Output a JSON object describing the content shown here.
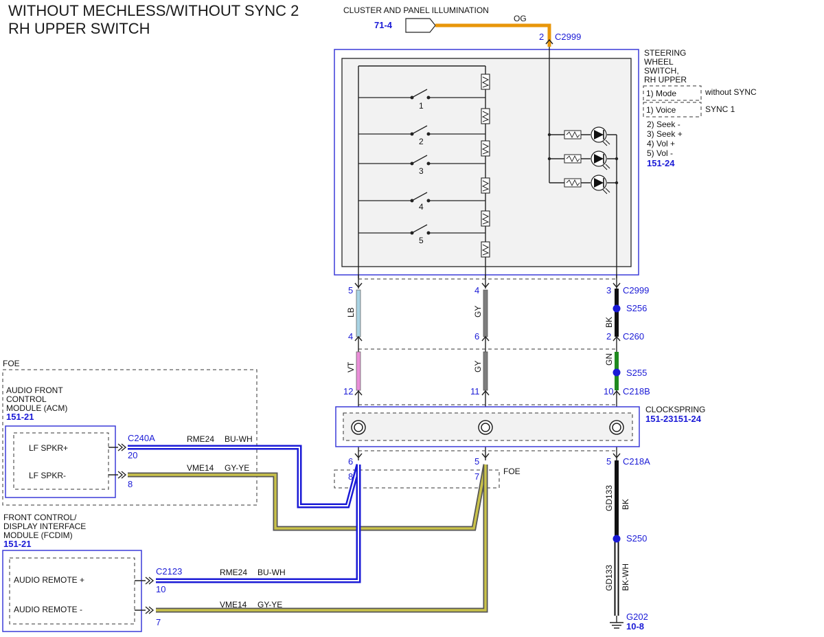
{
  "title": {
    "line1": "WITHOUT MECHLESS/WITHOUT SYNC 2",
    "line2": "RH UPPER SWITCH"
  },
  "illumination": {
    "label": "CLUSTER AND PANEL ILLUMINATION",
    "ref": "71-4",
    "wire_color": "OG",
    "pin": "2",
    "connector": "C2999"
  },
  "steering_switch": {
    "name_lines": [
      "STEERING",
      "WHEEL",
      "SWITCH,",
      "RH UPPER"
    ],
    "variants": [
      {
        "item": "1) Mode",
        "note": "without SYNC"
      },
      {
        "item": "1) Voice",
        "note": "SYNC 1"
      }
    ],
    "functions": [
      "2) Seek -",
      "3) Seek +",
      "4) Vol +",
      "5) Vol -"
    ],
    "ref": "151-24",
    "switch_numbers": [
      "1",
      "2",
      "3",
      "4",
      "5"
    ]
  },
  "columns": {
    "left": {
      "pin_top": "5",
      "color_top": "LB",
      "pin_mid": "4",
      "color_mid": "VT",
      "pin_low": "12",
      "pin_clk_out": "6",
      "pin_foe": "8"
    },
    "middle": {
      "pin_top": "4",
      "color_top": "GY",
      "pin_mid": "6",
      "color_mid": "GY",
      "pin_low": "11",
      "pin_clk_out": "5",
      "pin_foe": "7"
    },
    "right": {
      "pin_top": "3",
      "connector_top": "C2999",
      "splice1": "S256",
      "color_top": "BK",
      "pin_mid": "2",
      "connector_mid": "C260",
      "color_mid": "GN",
      "splice2": "S255",
      "pin_low": "10",
      "connector_low": "C218B",
      "pin_clk_out": "5",
      "connector_clk_out": "C218A",
      "circuit1": "GD133",
      "color_low1": "BK",
      "splice3": "S250",
      "circuit2": "GD133",
      "color_low2": "BK-WH",
      "ground": "G202",
      "ground_ref": "10-8"
    }
  },
  "clockspring": {
    "name": "CLOCKSPRING",
    "ref": "151-23151-24"
  },
  "foe_labels": {
    "top_box": "FOE",
    "mid": "FOE"
  },
  "acm": {
    "name_lines": [
      "AUDIO FRONT",
      "CONTROL",
      "MODULE (ACM)"
    ],
    "ref": "151-21",
    "pins": [
      {
        "label": "LF SPKR+",
        "pin": "20"
      },
      {
        "label": "LF SPKR-",
        "pin": "8"
      }
    ],
    "connector": "C240A",
    "wires": [
      {
        "circuit": "RME24",
        "color": "BU-WH"
      },
      {
        "circuit": "VME14",
        "color": "GY-YE"
      }
    ]
  },
  "fcdim": {
    "name_lines": [
      "FRONT CONTROL/",
      "DISPLAY INTERFACE",
      "MODULE (FCDIM)"
    ],
    "ref": "151-21",
    "pins": [
      {
        "label": "AUDIO REMOTE +",
        "pin": "10"
      },
      {
        "label": "AUDIO REMOTE -",
        "pin": "7"
      }
    ],
    "connector": "C2123",
    "wires": [
      {
        "circuit": "RME24",
        "color": "BU-WH"
      },
      {
        "circuit": "VME14",
        "color": "GY-YE"
      }
    ]
  },
  "colors": {
    "og": "#e8960a",
    "lb": "#a9d3e3",
    "vt": "#e98fd8",
    "gy": "#7d7d7d",
    "bk": "#111111",
    "gn": "#1f8a1f",
    "bu": "#1a1ad6",
    "ye": "#c9c24a",
    "ref_blue": "#1a1ad6"
  }
}
